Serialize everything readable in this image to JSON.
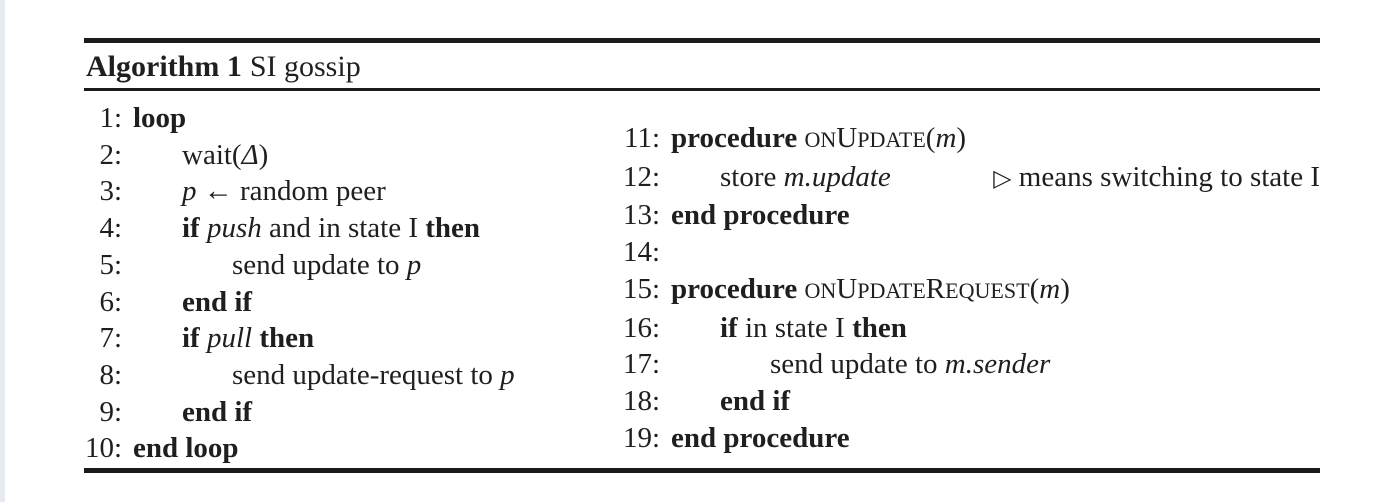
{
  "header": {
    "label": "Algorithm 1",
    "title": "SI gossip"
  },
  "colors": {
    "text": "#1f1f1f",
    "rule": "#1b1b1b",
    "background": "#ffffff",
    "edge_strip": "#e7eaee"
  },
  "algorithm": {
    "columns": [
      {
        "name": "left",
        "lines": [
          {
            "num": "1:",
            "indent": 0,
            "segs": [
              {
                "t": "loop",
                "s": "b"
              }
            ]
          },
          {
            "num": "2:",
            "indent": 1,
            "segs": [
              {
                "t": "wait(",
                "s": "n"
              },
              {
                "t": "Δ",
                "s": "i"
              },
              {
                "t": ")",
                "s": "n"
              }
            ]
          },
          {
            "num": "3:",
            "indent": 1,
            "segs": [
              {
                "t": "p",
                "s": "i"
              },
              {
                "t": " ← random peer",
                "s": "n"
              }
            ]
          },
          {
            "num": "4:",
            "indent": 1,
            "segs": [
              {
                "t": "if ",
                "s": "b"
              },
              {
                "t": "push",
                "s": "i"
              },
              {
                "t": " and in state I ",
                "s": "n"
              },
              {
                "t": "then",
                "s": "b"
              }
            ]
          },
          {
            "num": "5:",
            "indent": 2,
            "segs": [
              {
                "t": "send update to ",
                "s": "n"
              },
              {
                "t": "p",
                "s": "i"
              }
            ]
          },
          {
            "num": "6:",
            "indent": 1,
            "segs": [
              {
                "t": "end if",
                "s": "b"
              }
            ]
          },
          {
            "num": "7:",
            "indent": 1,
            "segs": [
              {
                "t": "if ",
                "s": "b"
              },
              {
                "t": "pull",
                "s": "i"
              },
              {
                "t": " ",
                "s": "n"
              },
              {
                "t": "then",
                "s": "b"
              }
            ]
          },
          {
            "num": "8:",
            "indent": 2,
            "segs": [
              {
                "t": "send update-request to ",
                "s": "n"
              },
              {
                "t": "p",
                "s": "i"
              }
            ]
          },
          {
            "num": "9:",
            "indent": 1,
            "segs": [
              {
                "t": "end if",
                "s": "b"
              }
            ]
          },
          {
            "num": "10:",
            "indent": 0,
            "segs": [
              {
                "t": "end loop",
                "s": "b"
              }
            ]
          }
        ]
      },
      {
        "name": "right",
        "lines": [
          {
            "num": "11:",
            "indent": 0,
            "segs": [
              {
                "t": "procedure ",
                "s": "b"
              },
              {
                "t": "on",
                "s": "sc"
              },
              {
                "t": "U",
                "s": "n"
              },
              {
                "t": "pdate",
                "s": "sc"
              },
              {
                "t": "(",
                "s": "n"
              },
              {
                "t": "m",
                "s": "i"
              },
              {
                "t": ")",
                "s": "n"
              }
            ]
          },
          {
            "num": "12:",
            "indent": 1,
            "segs": [
              {
                "t": "store ",
                "s": "n"
              },
              {
                "t": "m.update",
                "s": "i"
              }
            ],
            "comment": {
              "marker": "▷",
              "text": "means switching to state I"
            }
          },
          {
            "num": "13:",
            "indent": 0,
            "segs": [
              {
                "t": "end procedure",
                "s": "b"
              }
            ]
          },
          {
            "num": "14:",
            "indent": 0,
            "segs": []
          },
          {
            "num": "15:",
            "indent": 0,
            "segs": [
              {
                "t": "procedure ",
                "s": "b"
              },
              {
                "t": "on",
                "s": "sc"
              },
              {
                "t": "U",
                "s": "n"
              },
              {
                "t": "pdate",
                "s": "sc"
              },
              {
                "t": "R",
                "s": "n"
              },
              {
                "t": "equest",
                "s": "sc"
              },
              {
                "t": "(",
                "s": "n"
              },
              {
                "t": "m",
                "s": "i"
              },
              {
                "t": ")",
                "s": "n"
              }
            ]
          },
          {
            "num": "16:",
            "indent": 1,
            "segs": [
              {
                "t": "if",
                "s": "b"
              },
              {
                "t": " in state I ",
                "s": "n"
              },
              {
                "t": "then",
                "s": "b"
              }
            ]
          },
          {
            "num": "17:",
            "indent": 2,
            "segs": [
              {
                "t": "send update to ",
                "s": "n"
              },
              {
                "t": "m.sender",
                "s": "i"
              }
            ]
          },
          {
            "num": "18:",
            "indent": 1,
            "segs": [
              {
                "t": "end if",
                "s": "b"
              }
            ]
          },
          {
            "num": "19:",
            "indent": 0,
            "segs": [
              {
                "t": "end procedure",
                "s": "b"
              }
            ]
          }
        ]
      }
    ]
  }
}
